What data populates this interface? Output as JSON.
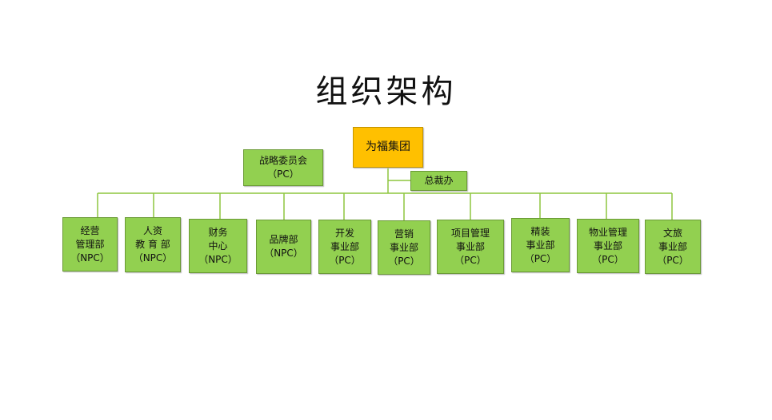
{
  "title": "组织架构",
  "root": "为福集团",
  "strategy": "战略委员会\n（PC）",
  "office": "总裁办",
  "departments": [
    "经营\n管理部\n（NPC）",
    "人资\n教 育 部\n（NPC）",
    "财务\n中心\n（NPC）",
    "品牌部\n（NPC）",
    "开发\n事业部\n（PC）",
    "营销\n事业部\n（PC）",
    "项目管理\n事业部\n（PC）",
    "精装\n事业部\n（PC）",
    "物业管理\n事业部\n（PC）",
    "文旅\n事业部\n（PC）"
  ],
  "colors": {
    "box_fill": "#92d050",
    "root_fill": "#ffc000",
    "connector": "#8dc63f"
  }
}
